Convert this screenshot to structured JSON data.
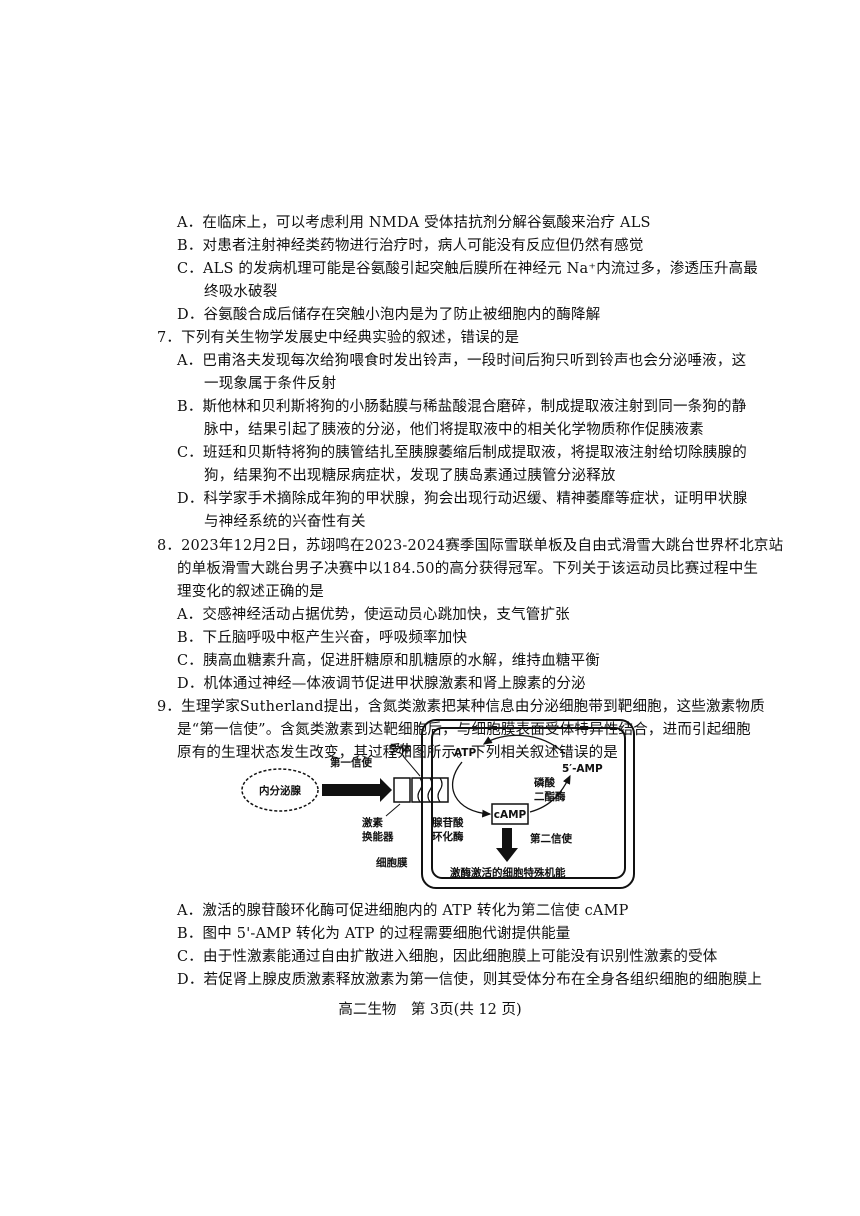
{
  "q6_options": [
    {
      "id": "A",
      "text": "A．在临床上，可以考虑利用 NMDA 受体拮抗剂分解谷氨酸来治疗 ALS"
    },
    {
      "id": "B",
      "text": "B．对患者注射神经类药物进行治疗时，病人可能没有反应但仍然有感觉"
    },
    {
      "id": "C1",
      "text": "C．ALS 的发病机理可能是谷氨酸引起突触后膜所在神经元 Na⁺内流过多，渗透压升高最"
    },
    {
      "id": "C2",
      "text": "终吸水破裂"
    },
    {
      "id": "D",
      "text": "D．谷氨酸合成后储存在突触小泡内是为了防止被细胞内的酶降解"
    }
  ],
  "q7": {
    "stem": "7．下列有关生物学发展史中经典实验的叙述，错误的是",
    "lines": [
      "A．巴甫洛夫发现每次给狗喂食时发出铃声，一段时间后狗只听到铃声也会分泌唾液，这",
      "一现象属于条件反射",
      "B．斯他林和贝利斯将狗的小肠黏膜与稀盐酸混合磨碎，制成提取液注射到同一条狗的静",
      "脉中，结果引起了胰液的分泌，他们将提取液中的相关化学物质称作促胰液素",
      "C．班廷和贝斯特将狗的胰管结扎至胰腺萎缩后制成提取液，将提取液注射给切除胰腺的",
      "狗，结果狗不出现糖尿病症状，发现了胰岛素通过胰管分泌释放",
      "D．科学家手术摘除成年狗的甲状腺，狗会出现行动迟缓、精神萎靡等症状，证明甲状腺",
      "与神经系统的兴奋性有关"
    ]
  },
  "q8": {
    "stem": [
      "8．2023年12月2日，苏翊鸣在2023-2024赛季国际雪联单板及自由式滑雪大跳台世界杯北京站",
      "的单板滑雪大跳台男子决赛中以184.50的高分获得冠军。下列关于该运动员比赛过程中生",
      "理变化的叙述正确的是"
    ],
    "options": [
      "A．交感神经活动占据优势，使运动员心跳加快，支气管扩张",
      "B．下丘脑呼吸中枢产生兴奋，呼吸频率加快",
      "C．胰高血糖素升高，促进肝糖原和肌糖原的水解，维持血糖平衡",
      "D．机体通过神经—体液调节促进甲状腺激素和肾上腺素的分泌"
    ]
  },
  "q9": {
    "stem": [
      "9．生理学家Sutherland提出，含氮类激素把某种信息由分泌细胞带到靶细胞，这些激素物质",
      "是“第一信使”。含氮类激素到达靶细胞后，与细胞膜表面受体特异性结合，进而引起细胞",
      "原有的生理状态发生改变，其过程如图所示。下列相关叙述错误的是"
    ],
    "options": [
      "A．激活的腺苷酸环化酶可促进细胞内的 ATP 转化为第二信使 cAMP",
      "B．图中 5'-AMP 转化为 ATP 的过程需要细胞代谢提供能量",
      "C．由于性激素能通过自由扩散进入细胞，因此细胞膜上可能没有识别性激素的受体",
      "D．若促肾上腺皮质激素释放激素为第一信使，则其受体分布在全身各组织细胞的细胞膜上"
    ]
  },
  "figure": {
    "endocrine": "内分泌腺",
    "first_messenger": "第一信使",
    "receptor": "受体",
    "hormone_transducer_1": "激素",
    "hormone_transducer_2": "换能器",
    "adenylate_1": "腺苷酸",
    "adenylate_2": "环化酶",
    "membrane": "细胞膜",
    "atp": "ATP",
    "amp": "5′-AMP",
    "pde_1": "磷酸",
    "pde_2": "二酯酶",
    "camp": "cAMP",
    "second_messenger": "第二信使",
    "function": "激酶激活的细胞特殊机能"
  },
  "footer": "高二生物　第 3页(共 12 页)"
}
